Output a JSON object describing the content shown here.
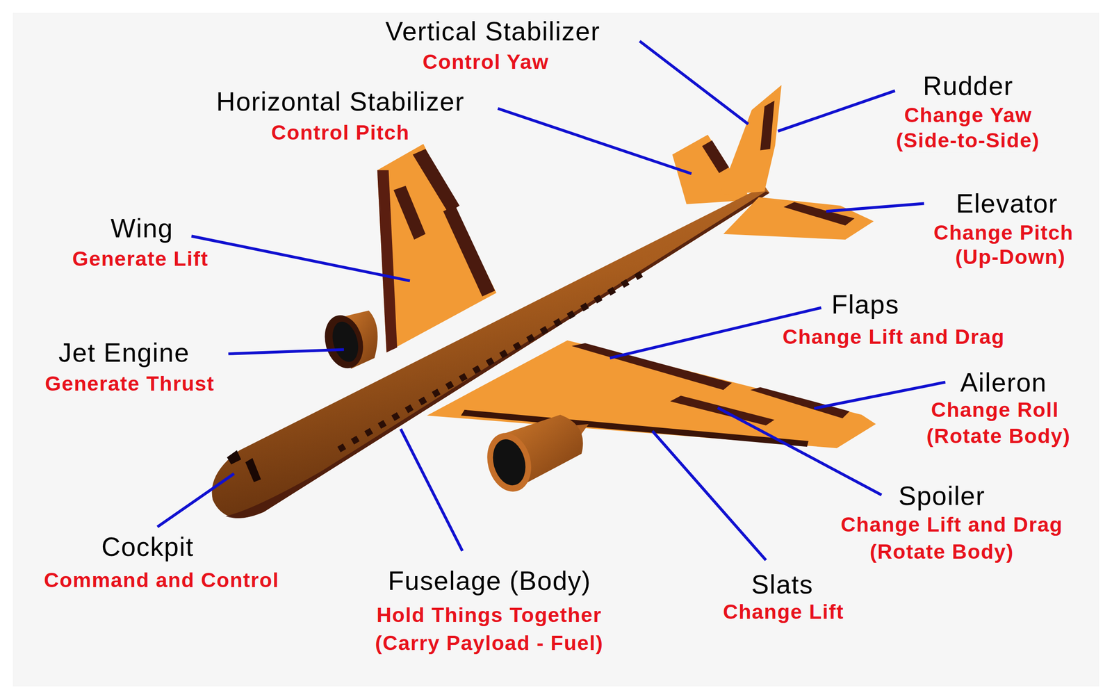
{
  "diagram": {
    "labels": [
      "Vertical Stabilizer",
      "Control Yaw",
      "Horizontal Stabilizer",
      "Control Pitch",
      "Rudder",
      "Change Yaw",
      "(Side-to-Side)",
      "Elevator",
      "Change Pitch",
      "(Up-Down)",
      "Wing",
      "Generate Lift",
      "Flaps",
      "Change Lift and Drag",
      "Aileron",
      "Change Roll",
      "(Rotate Body)",
      "Jet Engine",
      "Generate Thrust",
      "Spoiler",
      "Change Lift and Drag",
      "(Rotate Body)",
      "Cockpit",
      "Command and Control",
      "Fuselage (Body)",
      "Hold Things Together",
      "(Carry Payload - Fuel)",
      "Slats",
      "Change Lift"
    ]
  }
}
